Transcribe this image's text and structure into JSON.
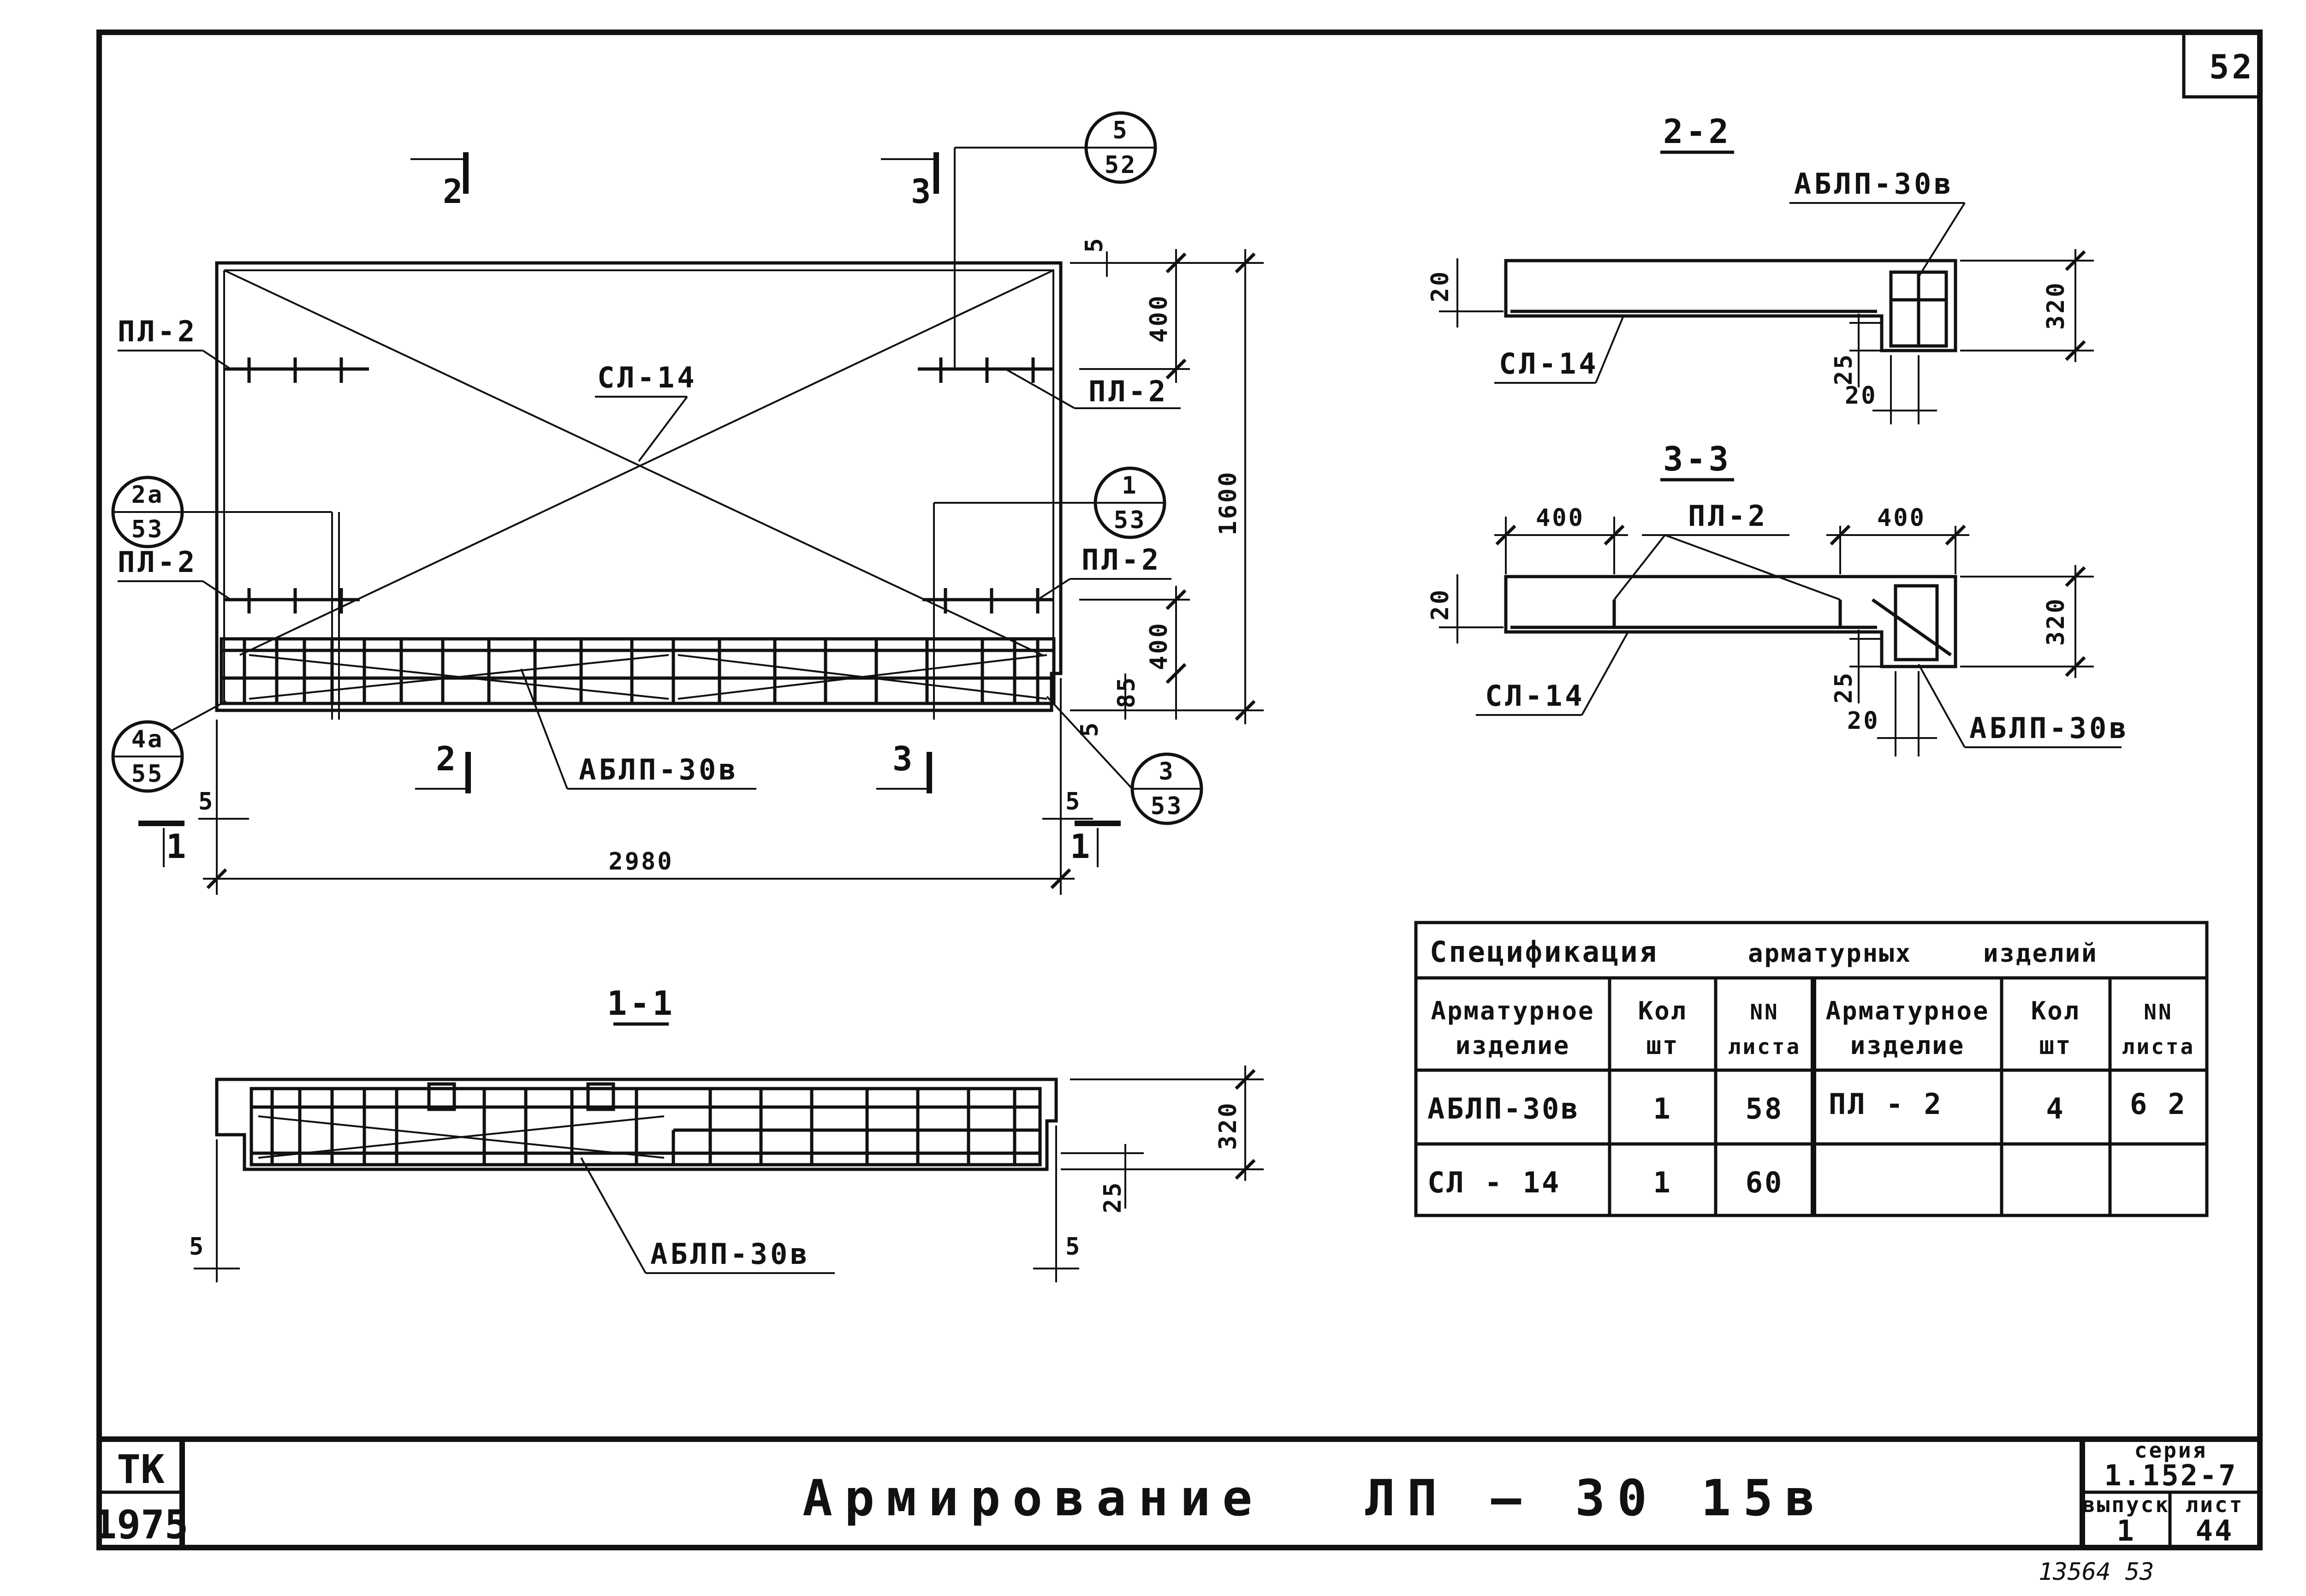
{
  "sheet_corner_number": "52",
  "plan": {
    "labels": {
      "pl2_top_left": "ПЛ-2",
      "pl2_top_right": "ПЛ-2",
      "pl2_bottom_left": "ПЛ-2",
      "pl2_bottom_right": "ПЛ-2",
      "sl14": "СЛ-14",
      "ablp": "АБЛП-30в"
    },
    "callouts": [
      {
        "top": "5",
        "bottom": "52"
      },
      {
        "top": "2а",
        "bottom": "53"
      },
      {
        "top": "1",
        "bottom": "53"
      },
      {
        "top": "4а",
        "bottom": "55"
      },
      {
        "top": "3",
        "bottom": "53"
      }
    ],
    "section_marks": {
      "top_2": "2",
      "top_3": "3",
      "bottom_2": "2",
      "bottom_3": "3",
      "left_1": "1",
      "right_1": "1"
    },
    "dims": {
      "length": "2980",
      "height": "1600",
      "top_400": "400",
      "bottom_400": "400",
      "d85": "85",
      "d5_top": "5",
      "d5_bottom": "5",
      "d5_left": "5",
      "d5_right": "5"
    }
  },
  "section_1_1": {
    "title": "1-1",
    "label": "АБЛП-30в",
    "dims": {
      "h320": "320",
      "d25": "25",
      "d5_left": "5",
      "d5_right": "5"
    }
  },
  "section_2_2": {
    "title": "2-2",
    "label_ablp": "АБЛП-30в",
    "label_sl": "СЛ-14",
    "dims": {
      "d20_left": "20",
      "h320": "320",
      "d25": "25",
      "d20_bottom": "20"
    }
  },
  "section_3_3": {
    "title": "3-3",
    "label_pl": "ПЛ-2",
    "label_sl": "СЛ-14",
    "label_ablp": "АБЛП-30в",
    "dims": {
      "left400": "400",
      "right400": "400",
      "d20_left": "20",
      "h320": "320",
      "d25": "25",
      "d20_bottom": "20"
    }
  },
  "spec_table": {
    "title_word1": "Спецификация",
    "title_word2": "арматурных",
    "title_word3": "изделий",
    "headers": [
      [
        "Арматурное",
        "изделие"
      ],
      [
        "Кол",
        "шт"
      ],
      [
        "NN",
        "листа"
      ],
      [
        "Арматурное",
        "изделие"
      ],
      [
        "Кол",
        "шт"
      ],
      [
        "NN",
        "листа"
      ]
    ],
    "rows": [
      [
        "АБЛП-30в",
        "1",
        "58",
        "ПЛ - 2",
        "4",
        "6 2"
      ],
      [
        "СЛ - 14",
        "1",
        "60",
        "",
        "",
        ""
      ]
    ]
  },
  "title_block": {
    "stamp_top": "ТК",
    "stamp_bottom": "1975",
    "title": "Армирование",
    "product": "ЛП — 30 15в",
    "series_label": "серия",
    "series_value": "1.152-7",
    "issue_label": "выпуск",
    "issue_value": "1",
    "sheet_label": "лист",
    "sheet_value": "44"
  },
  "footer_note": "13564 53"
}
